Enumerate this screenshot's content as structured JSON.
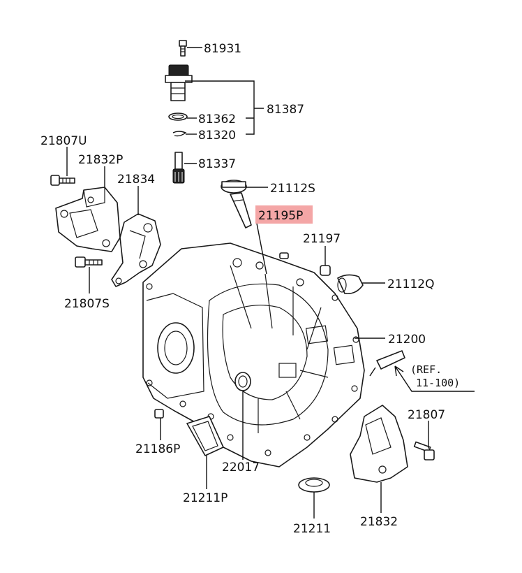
{
  "highlight_color": "#f4a6a6",
  "parts": {
    "p81931": "81931",
    "p81387": "81387",
    "p81362": "81362",
    "p81320": "81320",
    "p81337": "81337",
    "p21807U": "21807U",
    "p21832P": "21832P",
    "p21834": "21834",
    "p21112S": "21112S",
    "p21195P": "21195P",
    "p21197": "21197",
    "p21112Q": "21112Q",
    "p21807S": "21807S",
    "p21200": "21200",
    "p21807": "21807",
    "p21186P": "21186P",
    "p22017": "22017",
    "p21211P": "21211P",
    "p21211": "21211",
    "p21832": "21832"
  },
  "reference": {
    "line1": "(REF.",
    "line2": "11-100)"
  }
}
